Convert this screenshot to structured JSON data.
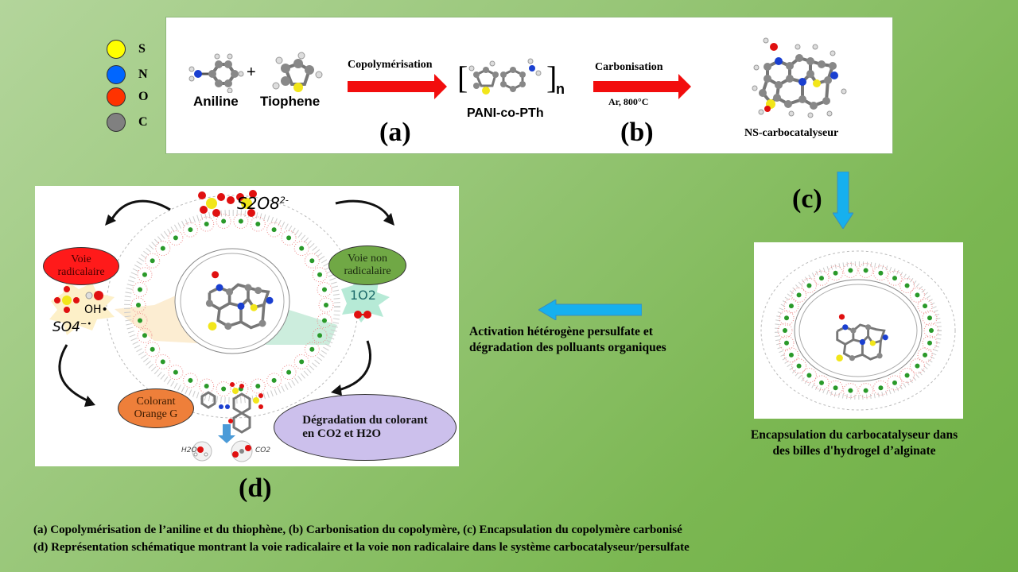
{
  "legend": {
    "items": [
      {
        "element": "S",
        "color": "#ffff00"
      },
      {
        "element": "N",
        "color": "#0066ff"
      },
      {
        "element": "O",
        "color": "#ff3300"
      },
      {
        "element": "C",
        "color": "#808080"
      }
    ]
  },
  "panel_top": {
    "reactant1": "Aniline",
    "plus": "+",
    "reactant2": "Tiophene",
    "arrow1_label": "Copolymérisation",
    "polymer_label": "PANI-co-PTh",
    "polymer_subscript": "n",
    "step_a": "(a)",
    "arrow2_label": "Carbonisation",
    "arrow2_condition": "Ar, 800°C",
    "step_b": "(b)",
    "product_label": "NS-carbocatalyseur"
  },
  "panel_c": {
    "step_c": "(c)",
    "caption_line1": "Encapsulation du carbocatalyseur dans",
    "caption_line2": "des billes d'hydrogel d’alginate"
  },
  "activation": {
    "line1": "Activation hétérogène persulfate et",
    "line2": "dégradation des polluants organiques"
  },
  "panel_d": {
    "persulfate_formula": "S2O8",
    "persulfate_charge": "2-",
    "voie_radicalaire": [
      "Voie",
      "radicalaire"
    ],
    "voie_non_radicalaire": [
      "Voie non",
      "radicalaire"
    ],
    "oh_radical": "OH•",
    "so4_radical": "SO4",
    "so4_charge": "−•",
    "singlet_oxygen": "1O2",
    "colorant": [
      "Colorant",
      "Orange G"
    ],
    "degradation": [
      "Dégradation du colorant",
      "en CO2 et H2O"
    ],
    "h2o_label": "H2O",
    "co2_label": "CO2",
    "step_d": "(d)",
    "colors": {
      "radical_ellipse": "#ff1a1a",
      "non_radical_ellipse": "#70a845",
      "colorant_ellipse": "#ee7f3a",
      "degradation_ellipse": "#ccc0ec"
    }
  },
  "footer": {
    "line1": "(a) Copolymérisation de l’aniline et du thiophène, (b) Carbonisation du copolymère, (c)  Encapsulation du copolymère carbonisé",
    "line2": "(d) Représentation  schématique montrant la voie radicalaire et la voie non radicalaire dans le système carbocatalyseur/persulfate"
  },
  "colors": {
    "arrow_red": "#f20d0d",
    "arrow_blue": "#16b0ee",
    "background_green": "#8cc063"
  }
}
